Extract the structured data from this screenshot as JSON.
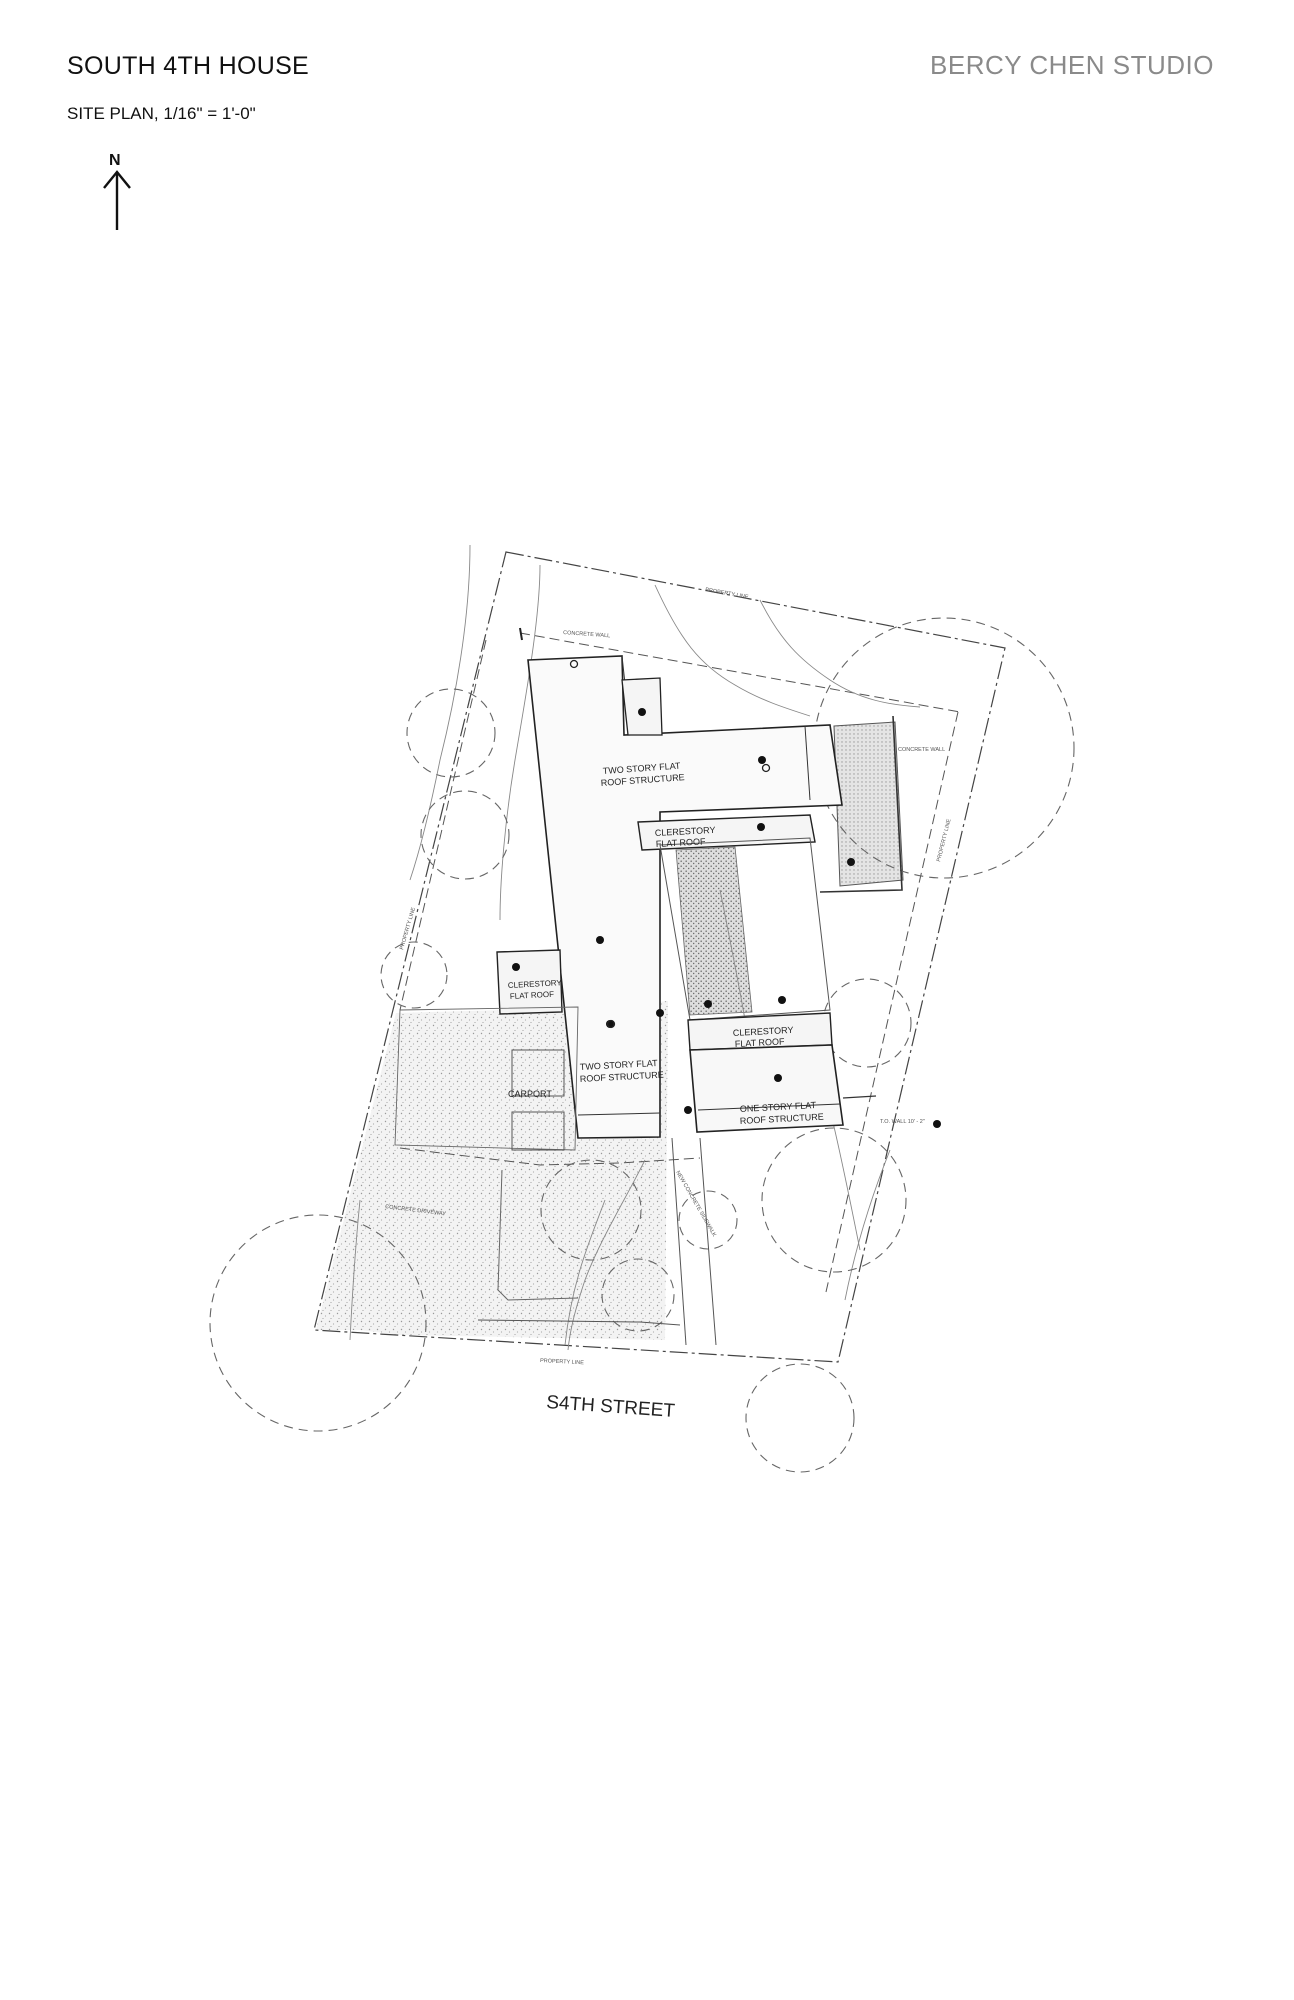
{
  "header": {
    "title": "SOUTH 4TH HOUSE",
    "subtitle": "SITE PLAN, 1/16\" = 1'-0\"",
    "studio": "BERCY CHEN STUDIO"
  },
  "north_arrow": {
    "label": "N"
  },
  "plan": {
    "labels": {
      "two_story_north_1": "TWO STORY FLAT",
      "two_story_north_2": "ROOF STRUCTURE",
      "clerestory_top_1": "CLERESTORY",
      "clerestory_top_2": "FLAT ROOF",
      "clerestory_left_1": "CLERESTORY",
      "clerestory_left_2": "FLAT ROOF",
      "two_story_south_1": "TWO STORY FLAT",
      "two_story_south_2": "ROOF STRUCTURE",
      "clerestory_right_1": "CLERESTORY",
      "clerestory_right_2": "FLAT ROOF",
      "one_story_1": "ONE STORY FLAT",
      "one_story_2": "ROOF STRUCTURE",
      "carport": "CARPORT",
      "street": "S4TH STREET"
    },
    "small_notes": {
      "property_line_top": "PROPERTY LINE",
      "concrete_wall_top": "CONCRETE WALL",
      "concrete_wall_right": "CONCRETE WALL",
      "concrete_driveway": "CONCRETE DRIVEWAY",
      "property_line_bottom": "PROPERTY LINE",
      "new_concrete_sidewalk": "NEW CONCRETE SIDEWALK",
      "property_line_left": "PROPERTY LINE",
      "property_line_right": "PROPERTY LINE",
      "tw_wall": "T.O. WALL 10' - 2\""
    }
  }
}
